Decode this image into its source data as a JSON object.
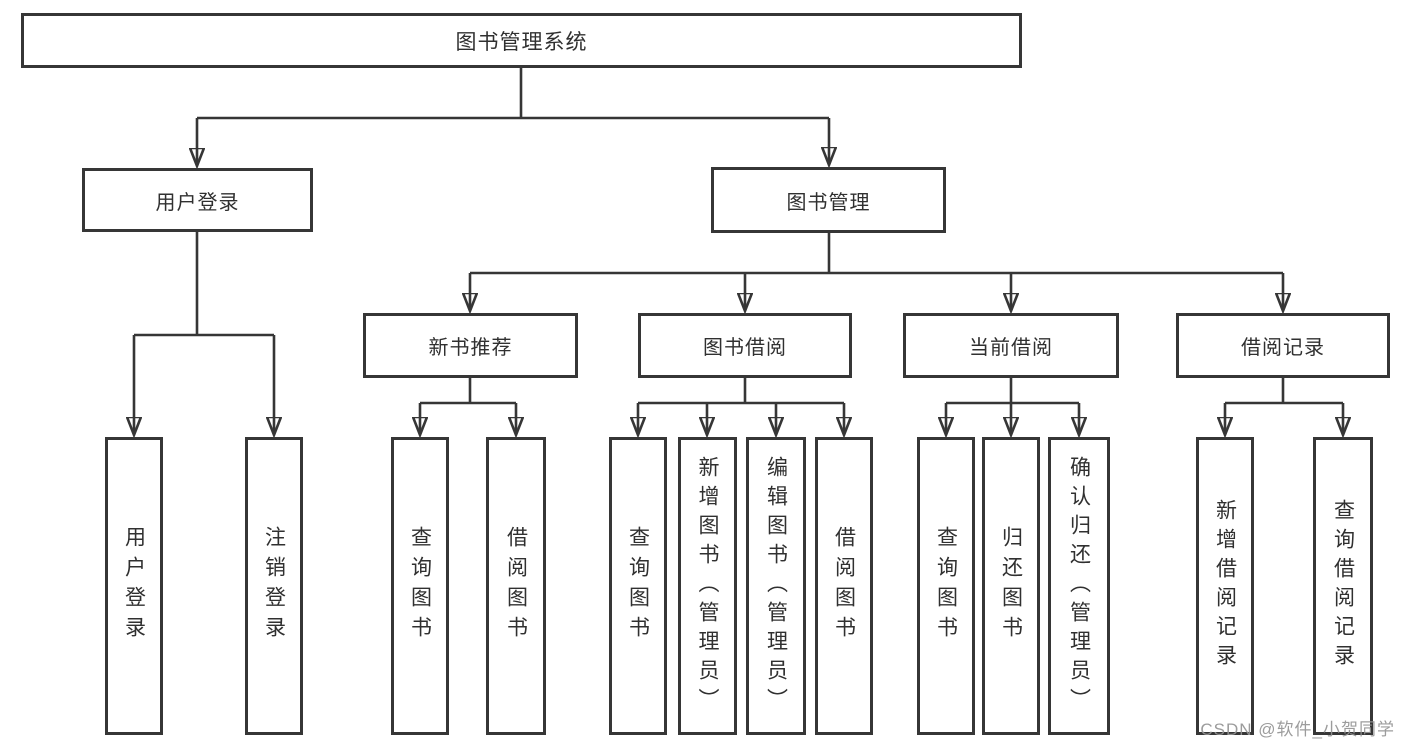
{
  "diagram_title": "图书管理系统",
  "tree": {
    "label": "图书管理系统",
    "children": [
      {
        "label": "用户登录",
        "children": [
          {
            "label": "用户登录"
          },
          {
            "label": "注销登录"
          }
        ]
      },
      {
        "label": "图书管理",
        "children": [
          {
            "label": "新书推荐",
            "children": [
              {
                "label": "查询图书"
              },
              {
                "label": "借阅图书"
              }
            ]
          },
          {
            "label": "图书借阅",
            "children": [
              {
                "label": "查询图书"
              },
              {
                "label": "新增图书（管理员）"
              },
              {
                "label": "编辑图书（管理员）"
              },
              {
                "label": "借阅图书"
              }
            ]
          },
          {
            "label": "当前借阅",
            "children": [
              {
                "label": "查询图书"
              },
              {
                "label": "归还图书"
              },
              {
                "label": "确认归还（管理员）"
              }
            ]
          },
          {
            "label": "借阅记录",
            "children": [
              {
                "label": "新增借阅记录"
              },
              {
                "label": "查询借阅记录"
              }
            ]
          }
        ]
      }
    ]
  },
  "watermark": {
    "text": "CSDN @软件_小贺同学"
  },
  "colors": {
    "line": "#363636",
    "box_border": "#363636",
    "text": "#303030",
    "watermark": "#949494",
    "background": "#ffffff"
  }
}
